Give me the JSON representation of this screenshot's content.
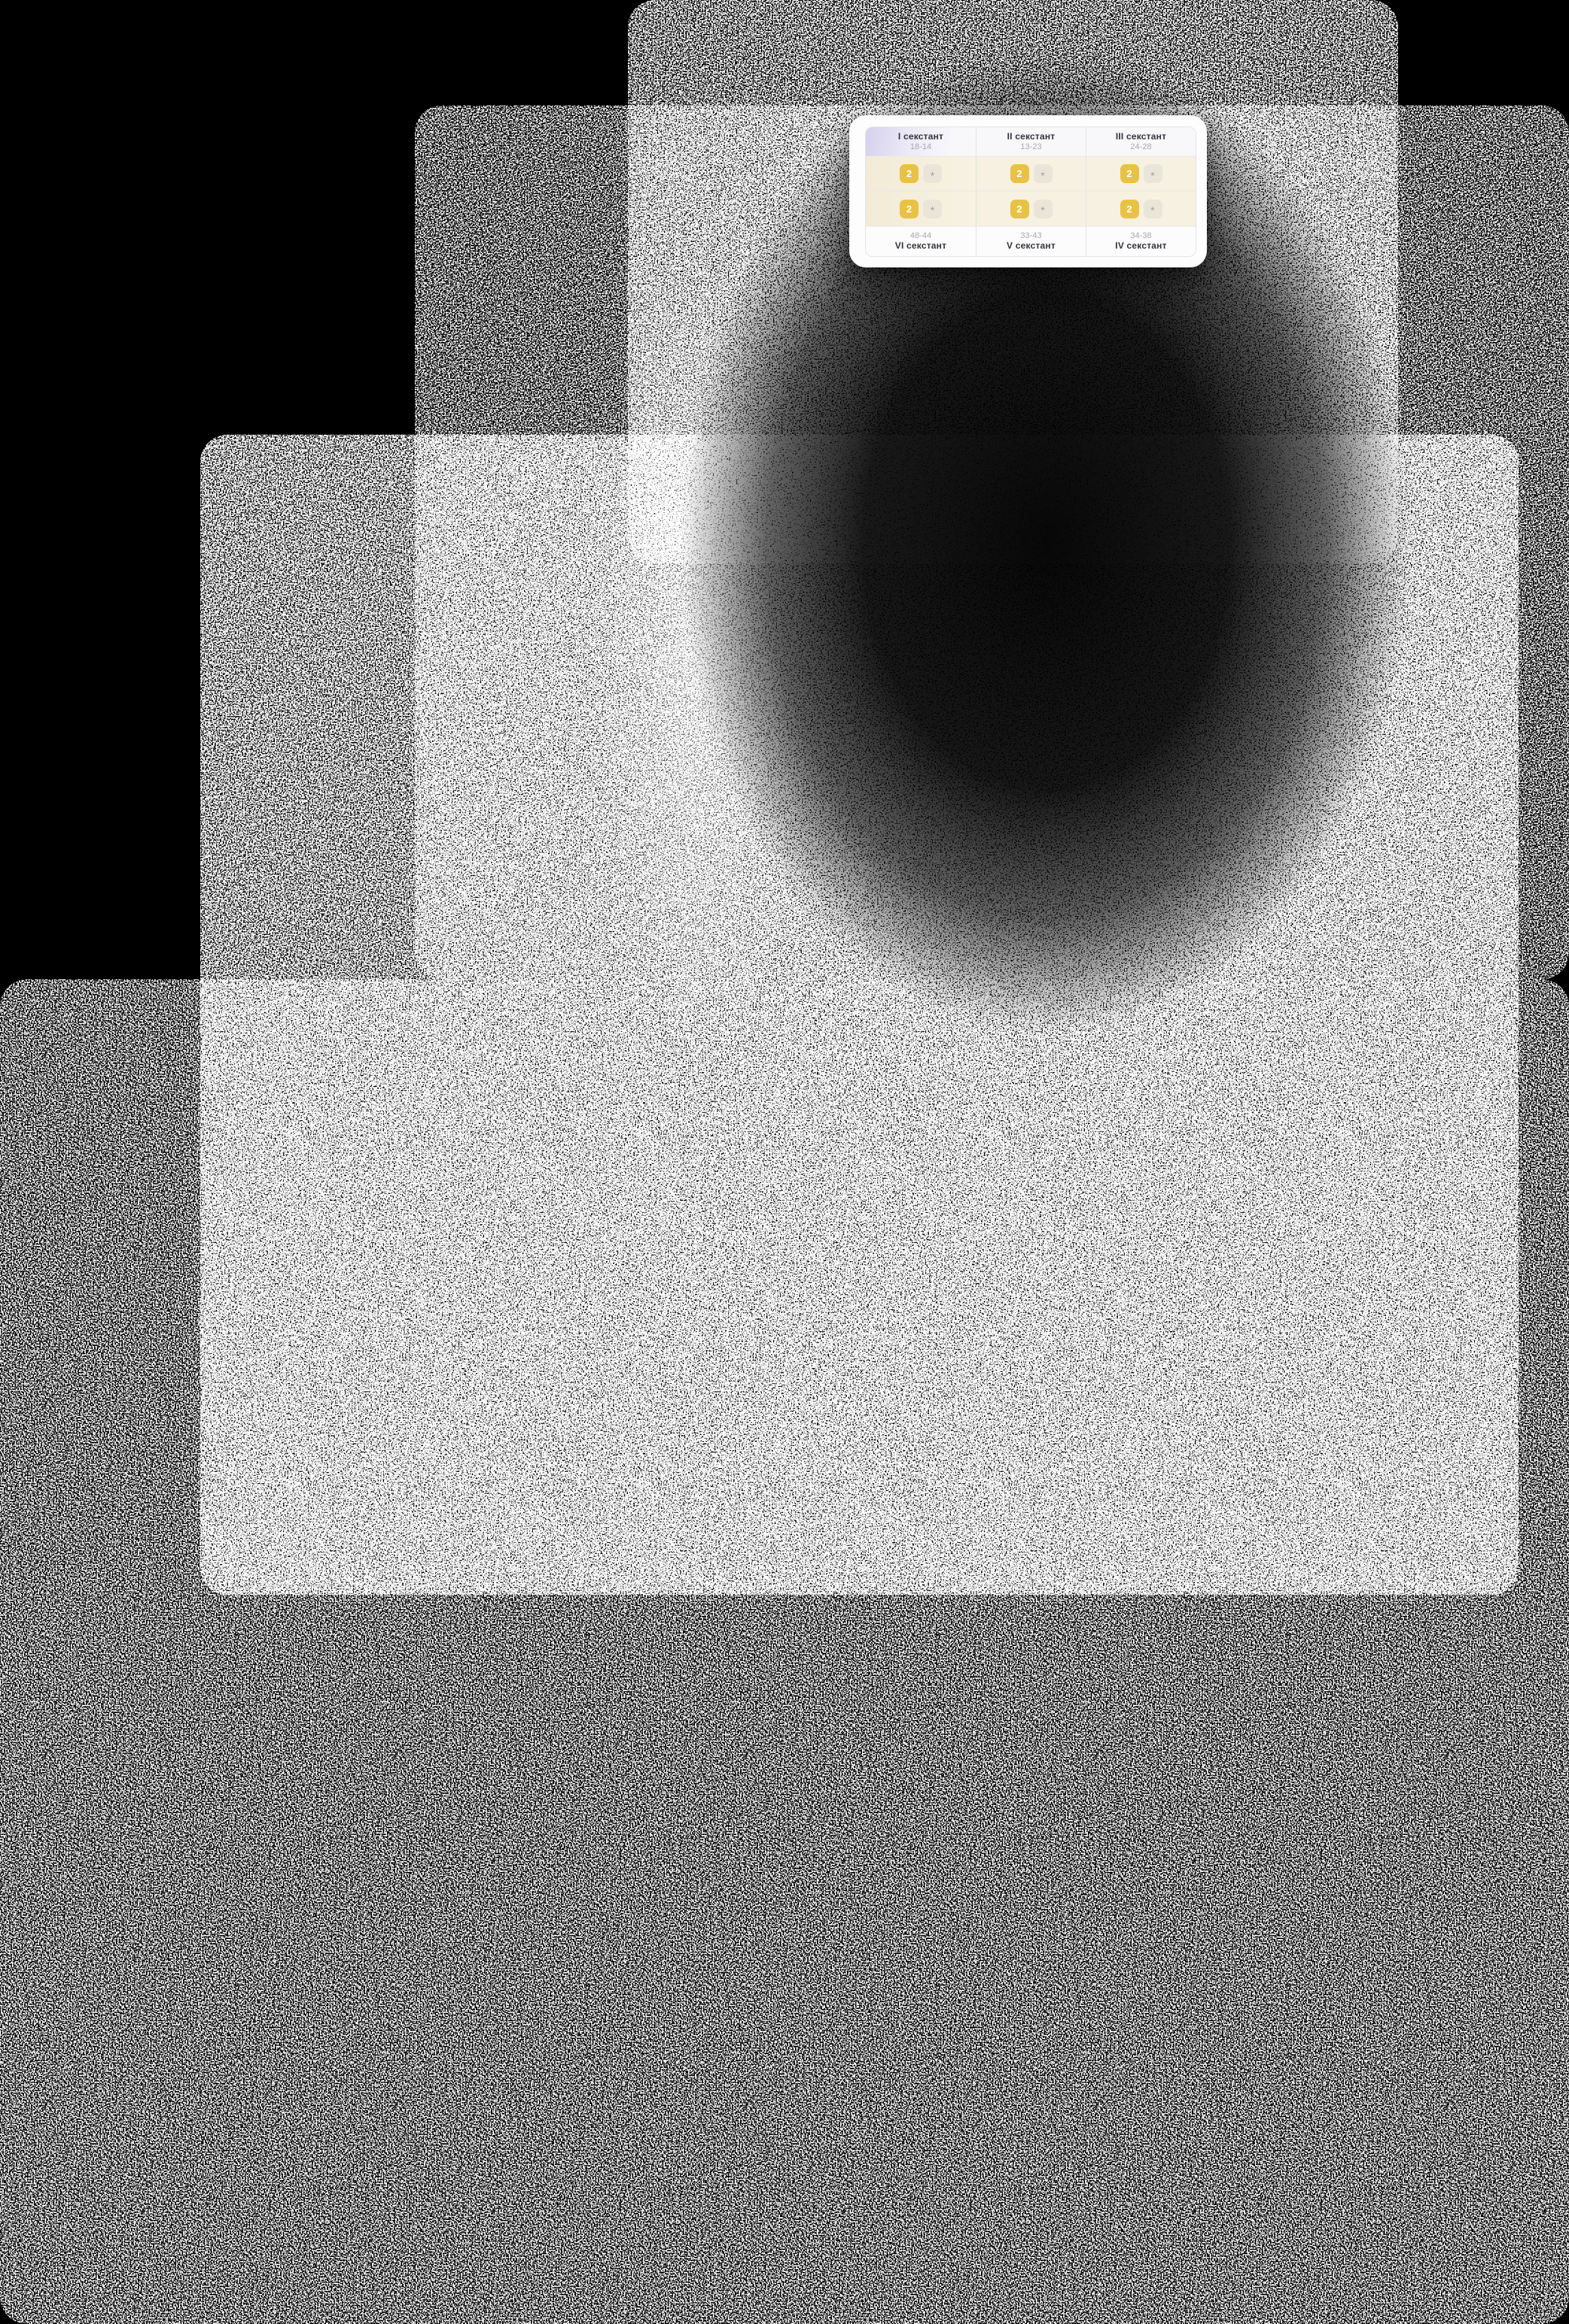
{
  "card": {
    "columns": [
      {
        "top_label": "I секстант",
        "top_range": "18-14",
        "bottom_range": "48-44",
        "bottom_label": "VI секстант",
        "rows": [
          {
            "value": "2",
            "star": "*"
          },
          {
            "value": "2",
            "star": "*"
          }
        ]
      },
      {
        "top_label": "II секстант",
        "top_range": "13-23",
        "bottom_range": "33-43",
        "bottom_label": "V секстант",
        "rows": [
          {
            "value": "2",
            "star": "*"
          },
          {
            "value": "2",
            "star": "*"
          }
        ]
      },
      {
        "top_label": "III секстант",
        "top_range": "24-28",
        "bottom_range": "34-38",
        "bottom_label": "IV секстант",
        "rows": [
          {
            "value": "2",
            "star": "*"
          },
          {
            "value": "2",
            "star": "*"
          }
        ]
      }
    ],
    "colors": {
      "value_button_yellow": "#e8c244",
      "star_button_gray": "#e9e6d9",
      "header_lavender": "#d6d0ee",
      "row_cream": "#f6f1e0",
      "label_dark": "#34333d",
      "range_gray": "#a8a8b0",
      "card_white": "#fdfdfe"
    }
  }
}
